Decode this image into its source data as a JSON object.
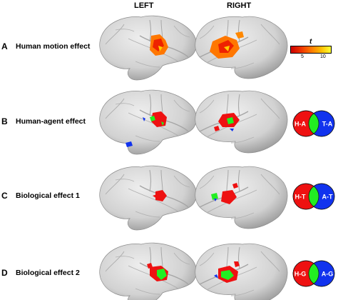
{
  "columns": {
    "left": "LEFT",
    "right": "RIGHT"
  },
  "rows": [
    {
      "letter": "A",
      "title": "Human motion effect"
    },
    {
      "letter": "B",
      "title": "Human-agent effect",
      "venn": {
        "left": "H-A",
        "right": "T-A"
      }
    },
    {
      "letter": "C",
      "title": "Biological effect 1",
      "venn": {
        "left": "H-T",
        "right": "A-T"
      }
    },
    {
      "letter": "D",
      "title": "Biological effect 2",
      "venn": {
        "left": "H-G",
        "right": "A-G"
      }
    }
  ],
  "colorbar": {
    "symbol": "t",
    "tick_min": "5",
    "tick_max": "10"
  },
  "colors": {
    "red": "#ee1111",
    "green": "#22ee22",
    "blue": "#1133ee",
    "brain": "#d4d4d4"
  }
}
